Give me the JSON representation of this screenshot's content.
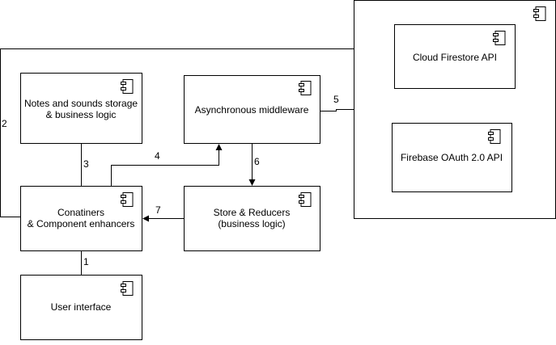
{
  "diagram": {
    "components": {
      "notes_storage": {
        "line1": "Notes and sounds storage",
        "line2": "& business logic"
      },
      "async_middleware": {
        "label": "Asynchronous middleware"
      },
      "containers": {
        "line1": "Conatiners",
        "line2": "& Component enhancers"
      },
      "store_reducers": {
        "line1": "Store & Reducers",
        "line2": "(business logic)"
      },
      "user_interface": {
        "label": "User interface"
      },
      "firestore_api": {
        "label": "Cloud Firestore API"
      },
      "firebase_oauth": {
        "label": "Firebase OAuth 2.0 API"
      }
    },
    "connectors": {
      "c1": "1",
      "c2": "2",
      "c3": "3",
      "c4": "4",
      "c5": "5",
      "c6": "6",
      "c7": "7"
    },
    "icon": "uml-component-icon"
  }
}
